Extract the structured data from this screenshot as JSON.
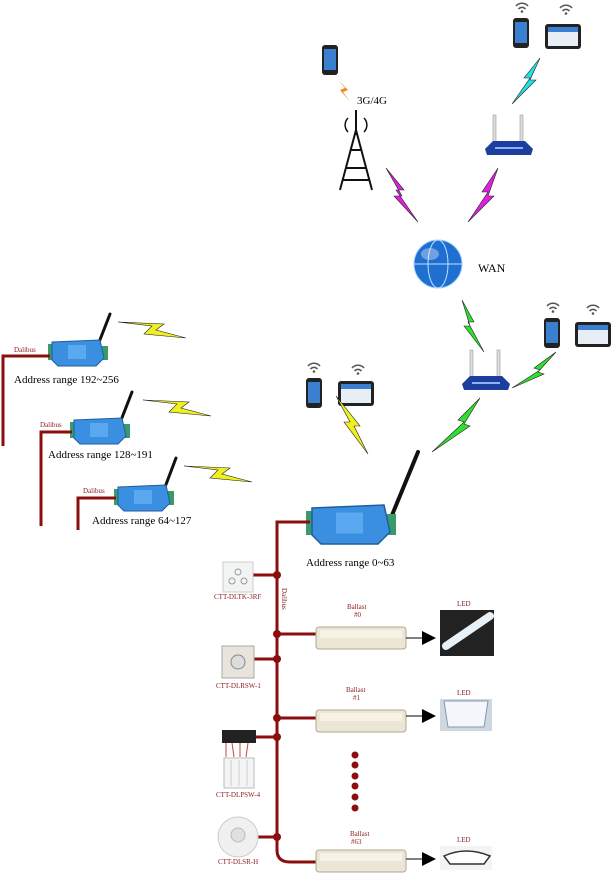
{
  "labels": {
    "cellular": "3G/4G",
    "wan": "WAN",
    "bus": "Dalibus",
    "gateway_main": "Address range 0~63",
    "gateway_1": "Address range 192~256",
    "gateway_2": "Address range 128~191",
    "gateway_3": "Address range 64~127",
    "switch_1": "CTT-DLTK-3RF",
    "switch_2": "CTT-DLRSW-1",
    "switch_3": "CTT-DLPSW-4",
    "sensor": "CTT-DLSR-H",
    "ballast_label": "Ballast",
    "ballast_0": "#0",
    "ballast_1": "#1",
    "ballast_63": "#63",
    "led": "LED"
  },
  "colors": {
    "bus": "#8b0d0d",
    "gateway": "#3a8fe0",
    "router": "#1c3f9e",
    "bolt_cellular": "#f08a1c",
    "bolt_magenta": "#e020e0",
    "bolt_cyan": "#20e0e0",
    "bolt_green": "#30e030",
    "bolt_yellow": "#f0f020"
  }
}
